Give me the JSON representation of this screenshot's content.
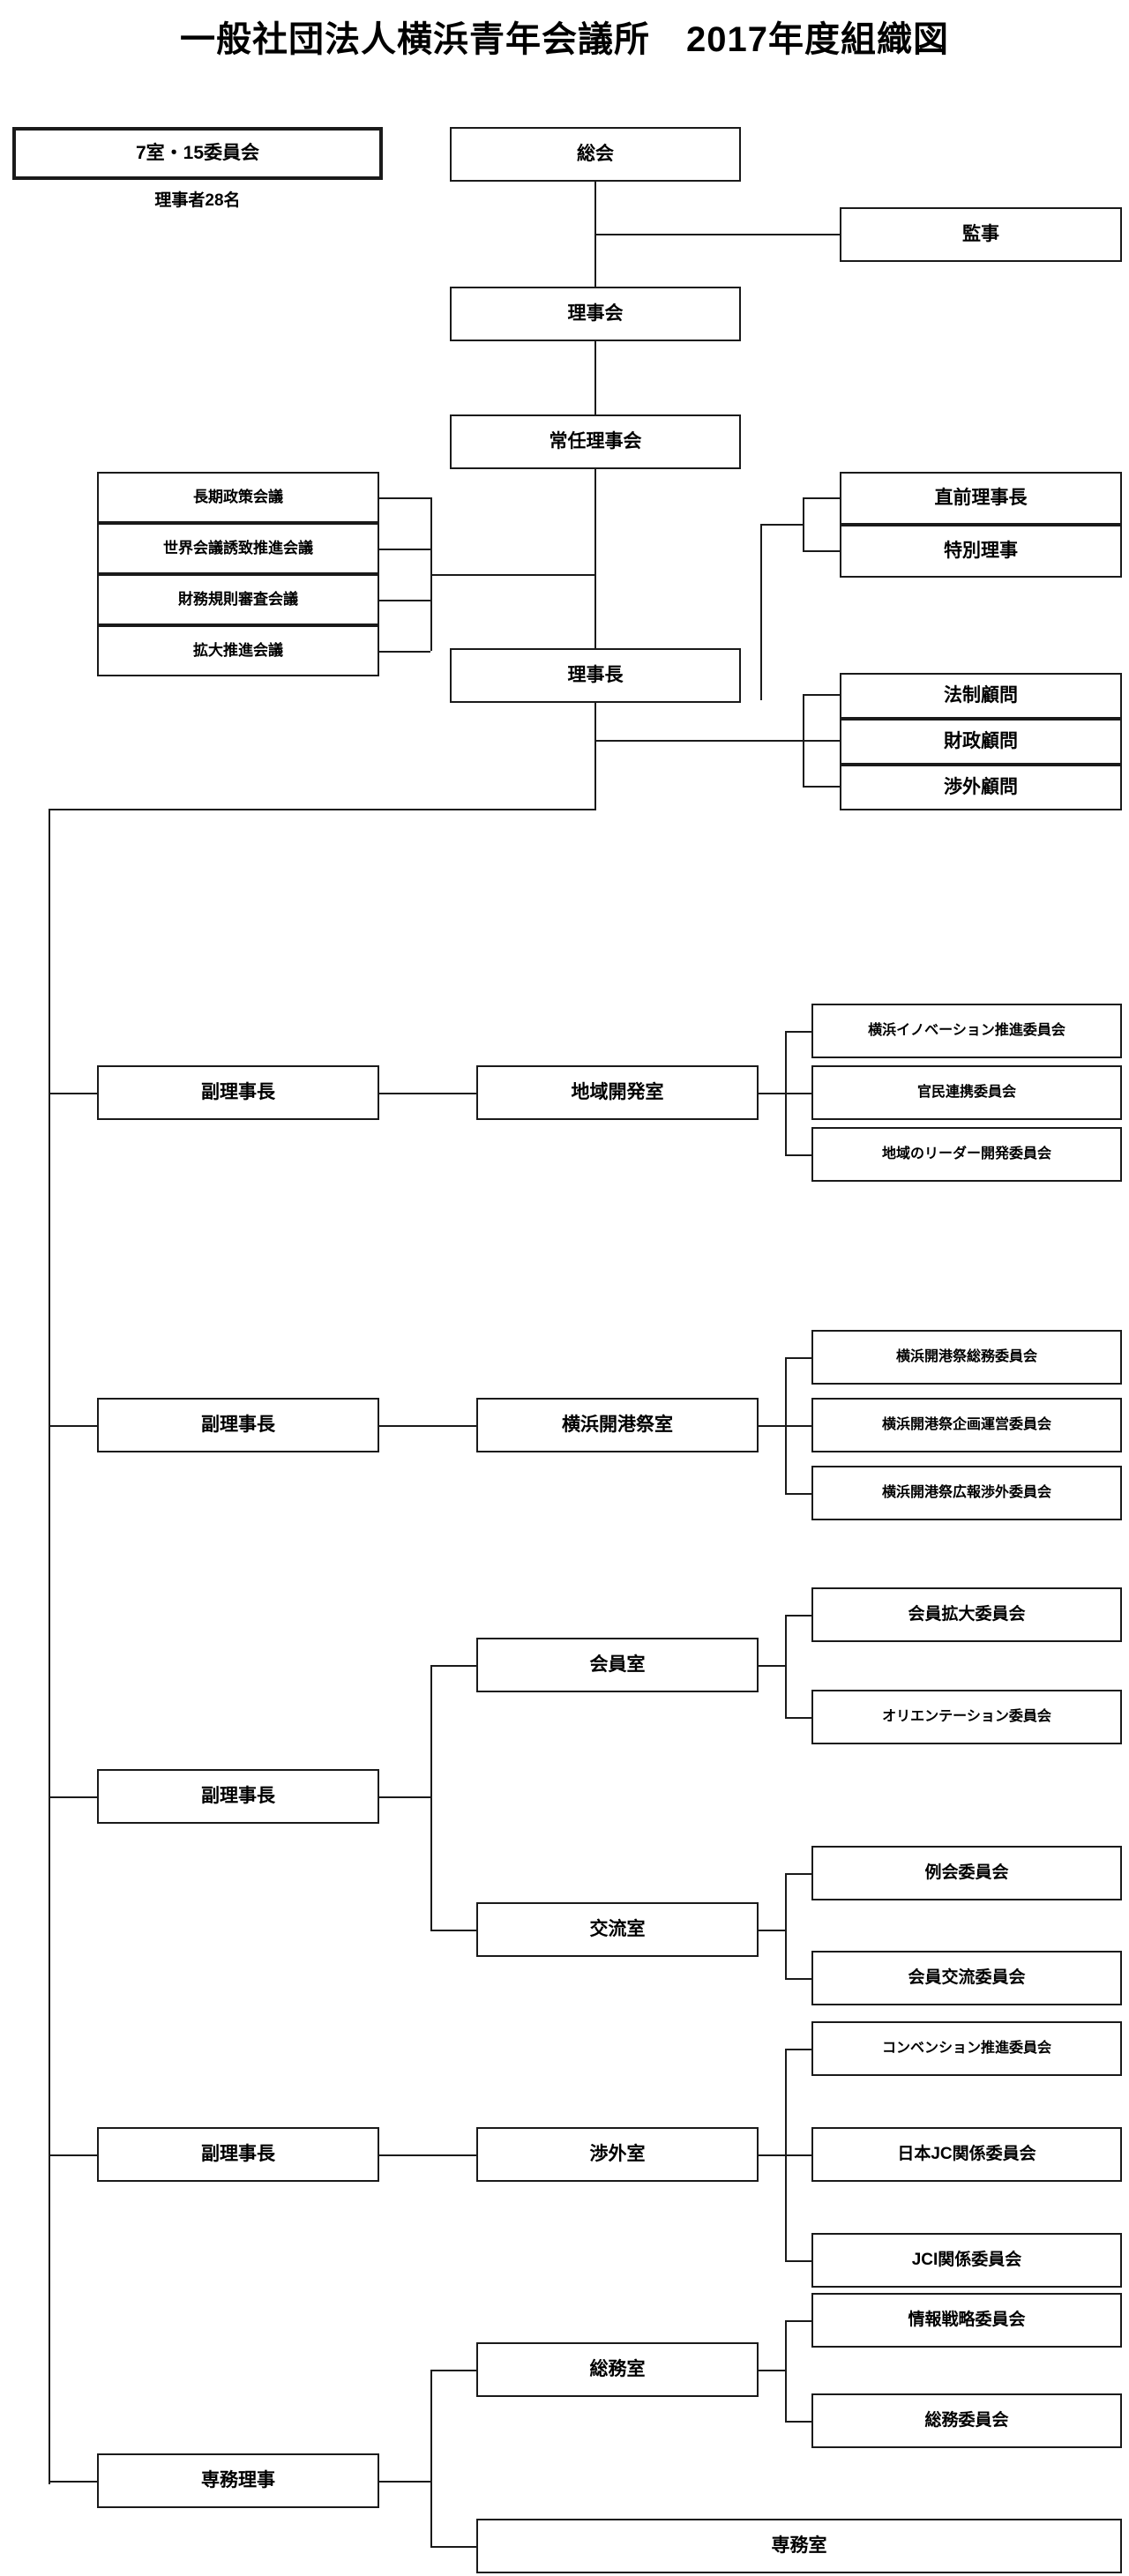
{
  "title": "一般社団法人横浜青年会議所　2017年度組織図",
  "summary": {
    "rooms_committees": "7室・15委員会",
    "directors_count": "理事者28名"
  },
  "governance": {
    "general_meeting": "総会",
    "auditor": "監事",
    "board_of_directors": "理事会",
    "standing_board": "常任理事会",
    "president": "理事長"
  },
  "conferences": [
    "長期政策会議",
    "世界会議誘致推進会議",
    "財務規則審査会議",
    "拡大推進会議"
  ],
  "special_directors": [
    "直前理事長",
    "特別理事"
  ],
  "advisors": [
    "法制顧問",
    "財政顧問",
    "渉外顧問"
  ],
  "divisions": [
    {
      "officer": "副理事長",
      "rooms": [
        {
          "room": "地域開発室",
          "committees": [
            "横浜イノベーション推進委員会",
            "官民連携委員会",
            "地域のリーダー開発委員会"
          ]
        }
      ]
    },
    {
      "officer": "副理事長",
      "rooms": [
        {
          "room": "横浜開港祭室",
          "committees": [
            "横浜開港祭総務委員会",
            "横浜開港祭企画運営委員会",
            "横浜開港祭広報渉外委員会"
          ]
        }
      ]
    },
    {
      "officer": "副理事長",
      "rooms": [
        {
          "room": "会員室",
          "committees": [
            "会員拡大委員会",
            "オリエンテーション委員会"
          ]
        },
        {
          "room": "交流室",
          "committees": [
            "例会委員会",
            "会員交流委員会"
          ]
        }
      ]
    },
    {
      "officer": "副理事長",
      "rooms": [
        {
          "room": "渉外室",
          "committees": [
            "コンベンション推進委員会",
            "日本JC関係委員会",
            "JCI関係委員会"
          ]
        }
      ]
    },
    {
      "officer": "専務理事",
      "rooms": [
        {
          "room": "総務室",
          "committees": [
            "情報戦略委員会",
            "総務委員会"
          ]
        }
      ],
      "wide_room": "専務室"
    }
  ],
  "colors": {
    "line": "#1a1a1a",
    "background": "#ffffff"
  }
}
